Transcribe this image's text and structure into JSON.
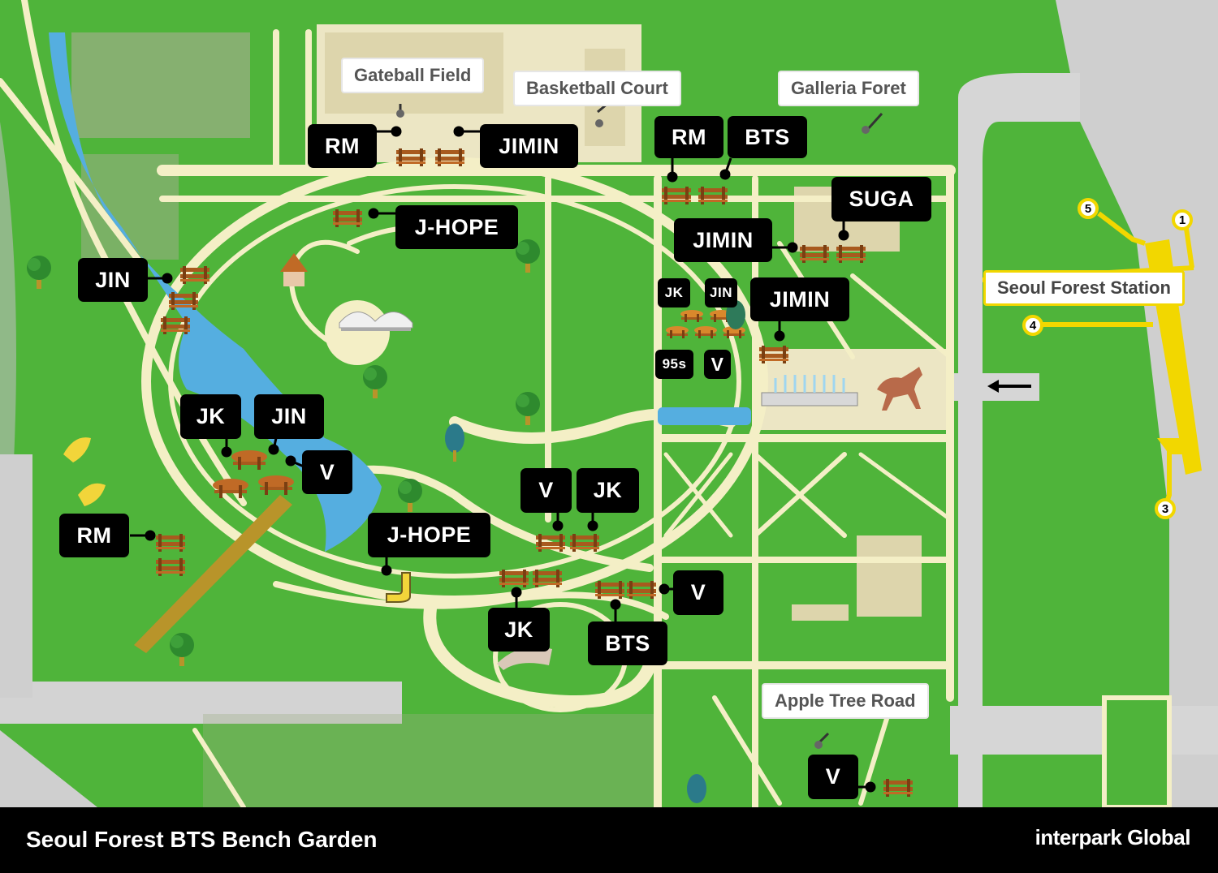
{
  "footer": {
    "title": "Seoul Forest BTS Bench Garden",
    "brand": "interpark Global"
  },
  "colors": {
    "grass": "#4fb43a",
    "path": "#f4efc6",
    "plaza": "#ece6c4",
    "road": "#d0d0d0",
    "water": "#55aee0",
    "label_bg": "#000000",
    "station_line": "#f2d700"
  },
  "places": {
    "gateball_field": "Gateball Field",
    "basketball_court": "Basketball Court",
    "galleria_foret": "Galleria Foret",
    "seoul_forest_station": "Seoul Forest Station",
    "apple_tree_road": "Apple Tree Road"
  },
  "station_exits": [
    "5",
    "1",
    "4",
    "3"
  ],
  "benches": {
    "rm_1": "RM",
    "jimin_1": "JIMIN",
    "rm_2": "RM",
    "bts_1": "BTS",
    "j_hope_1": "J-HOPE",
    "suga": "SUGA",
    "jimin_2": "JIMIN",
    "jin_1": "JIN",
    "jk_1": "JK",
    "jin_2": "JIN",
    "jimin_3": "JIMIN",
    "seven_fives": "95s",
    "v_1": "V",
    "jk_2": "JK",
    "jin_3": "JIN",
    "v_2": "V",
    "rm_3": "RM",
    "j_hope_2": "J-HOPE",
    "v_3": "V",
    "jk_3": "JK",
    "jk_4": "JK",
    "v_4": "V",
    "bts_2": "BTS",
    "v_5": "V"
  },
  "icons": [
    "bench-icon",
    "picnic-table-icon",
    "tree-icon",
    "ginkgo-leaf-icon",
    "fountain-icon",
    "horse-statue-icon",
    "stage-tent-icon",
    "pavilion-icon",
    "j-sculpture-icon",
    "arrow-left-icon"
  ]
}
